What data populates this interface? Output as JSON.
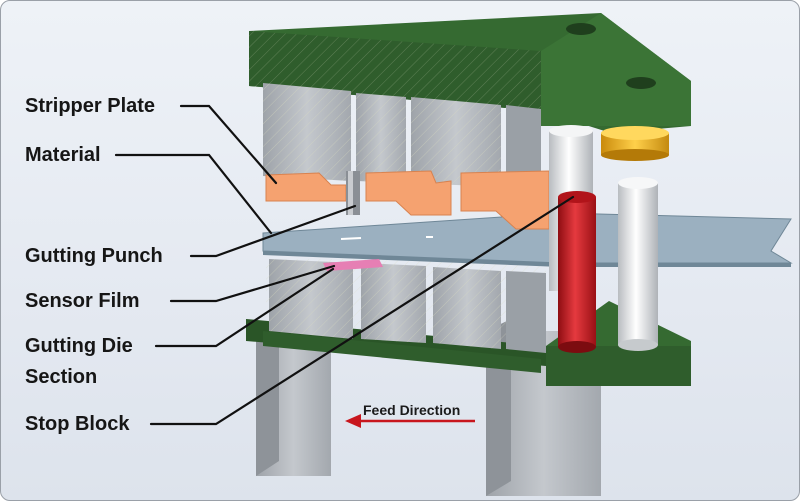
{
  "labels": {
    "stripper_plate": "Stripper Plate",
    "material": "Material",
    "gutting_punch": "Gutting Punch",
    "sensor_film": "Sensor Film",
    "gutting_die_line1": "Gutting Die",
    "gutting_die_line2": "Section",
    "stop_block": "Stop Block",
    "feed_direction": "Feed Direction"
  },
  "colors": {
    "plate_green": "#2f5d2c",
    "block_gray": "#b8bcc2",
    "material_orange": "#f5a270",
    "strip_blue": "#9bb0c0",
    "sensor_pink": "#e67fb4",
    "stop_red": "#c8161d",
    "pin_gray": "#e2e5e8",
    "bushing_gold": "#e8b21c",
    "arrow_red": "#c8161d"
  }
}
